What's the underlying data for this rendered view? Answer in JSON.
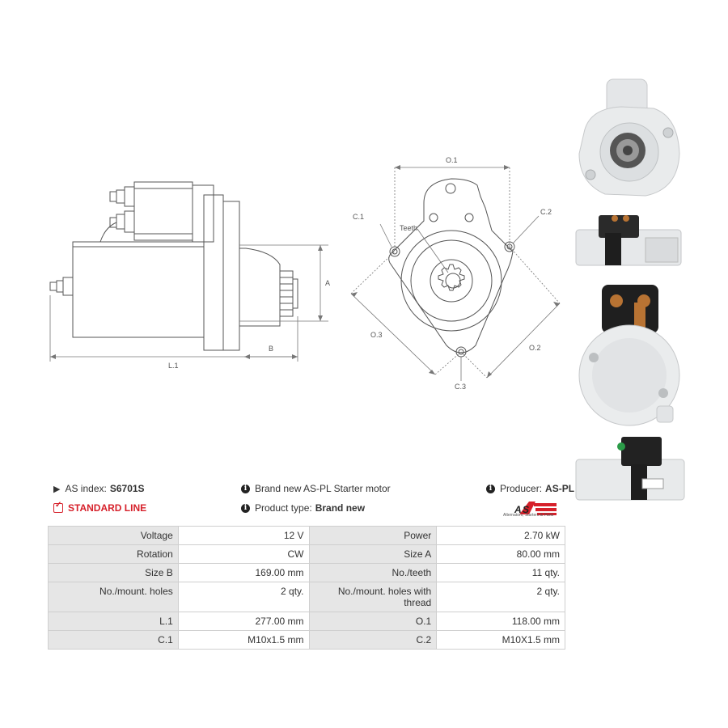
{
  "diagram": {
    "side_labels": {
      "a": "A",
      "b": "B",
      "l1": "L.1"
    },
    "front_labels": {
      "o1": "O.1",
      "o2": "O.2",
      "o3": "O.3",
      "c1": "C.1",
      "c2": "C.2",
      "c3": "C.3",
      "teeth": "Teeth"
    }
  },
  "info": {
    "as_index_label": "AS index:",
    "as_index_value": "S6701S",
    "standard_line": "STANDARD LINE",
    "description": "Brand new AS-PL Starter motor",
    "product_type_label": "Product type:",
    "product_type_value": "Brand new",
    "producer_label": "Producer:",
    "producer_value": "AS-PL",
    "logo_tagline": "Alternators, Starters & Parts"
  },
  "specs": [
    [
      "Voltage",
      "12 V",
      "Power",
      "2.70 kW"
    ],
    [
      "Rotation",
      "CW",
      "Size A",
      "80.00 mm"
    ],
    [
      "Size B",
      "169.00 mm",
      "No./teeth",
      "11 qty."
    ],
    [
      "No./mount. holes",
      "2 qty.",
      "No./mount. holes with thread",
      "2 qty."
    ],
    [
      "L.1",
      "277.00 mm",
      "O.1",
      "118.00 mm"
    ],
    [
      "C.1",
      "M10x1.5 mm",
      "C.2",
      "M10X1.5 mm"
    ]
  ],
  "colors": {
    "accent_red": "#d6202a",
    "table_label_bg": "#e6e6e6",
    "border": "#cfcfcf"
  }
}
